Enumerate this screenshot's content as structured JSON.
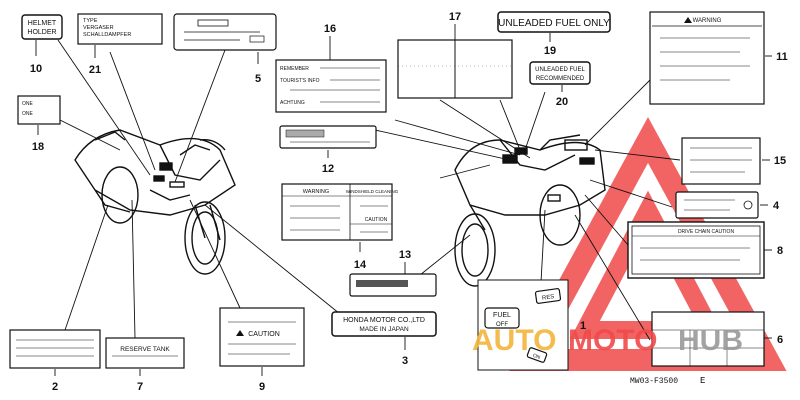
{
  "labels": {
    "helmet_holder": [
      "HELMET",
      "HOLDER"
    ],
    "type_label": [
      "TYPE",
      "VERGASER",
      "SCHALLDAMPFER"
    ],
    "unleaded_only": "UNLEADED FUEL ONLY",
    "unleaded_recommended": [
      "UNLEADED FUEL",
      "RECOMMENDED"
    ],
    "warning": "WARNING",
    "caution": "CAUTION",
    "windshield_cleaning": "WINDSHIELD CLEANING",
    "drive_chain_caution": "DRIVE CHAIN CAUTION",
    "reserve_tank": "RESERVE TANK",
    "honda_plate": [
      "HONDA MOTOR CO.,LTD",
      "MADE IN JAPAN"
    ],
    "fuel_tag": [
      "FUEL",
      "OFF"
    ],
    "res_tag": "RES",
    "on_tag": "ON",
    "tire_label": [
      "ONE",
      "ONE"
    ],
    "remember": "REMEMBER",
    "tire_info": "TOURIST'S INFO",
    "sticker_small": "ACHTUNG"
  },
  "callouts": [
    "1",
    "2",
    "3",
    "4",
    "5",
    "6",
    "7",
    "8",
    "9",
    "10",
    "11",
    "12",
    "13",
    "14",
    "15",
    "16",
    "17",
    "18",
    "19",
    "20",
    "21"
  ],
  "watermark": {
    "auto": "AUTO",
    "moto": "MOTO",
    "hub": "HUB"
  },
  "part_code": "MW03-F3500",
  "part_code_suffix": "E",
  "colors": {
    "ink": "#111111",
    "watermark_red": "#f04a4a",
    "watermark_orange": "#f3b43a",
    "watermark_gray": "#9a9a9a"
  }
}
